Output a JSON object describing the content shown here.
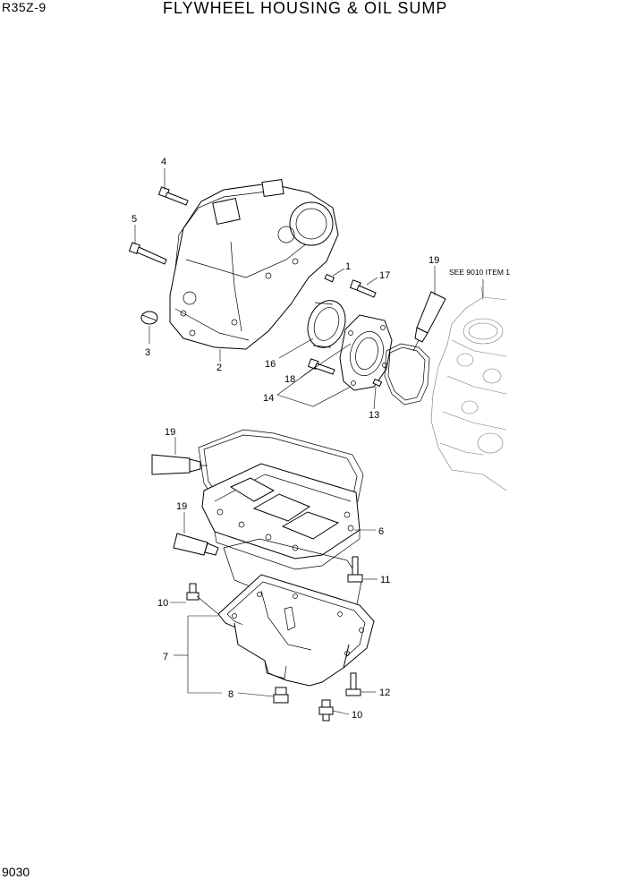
{
  "header": {
    "model": "R35Z-9",
    "title": "FLYWHEEL HOUSING & OIL SUMP"
  },
  "footer": {
    "page_number": "9030"
  },
  "reference_note": "SEE 9010 ITEM 1",
  "callouts": {
    "c4": "4",
    "c5": "5",
    "c3": "3",
    "c2": "2",
    "c1": "1",
    "c17": "17",
    "c19a": "19",
    "c16": "16",
    "c18": "18",
    "c14": "14",
    "c13": "13",
    "c19b": "19",
    "c19c": "19",
    "c6": "6",
    "c11": "11",
    "c10a": "10",
    "c7": "7",
    "c8": "8",
    "c12": "12",
    "c10b": "10"
  }
}
